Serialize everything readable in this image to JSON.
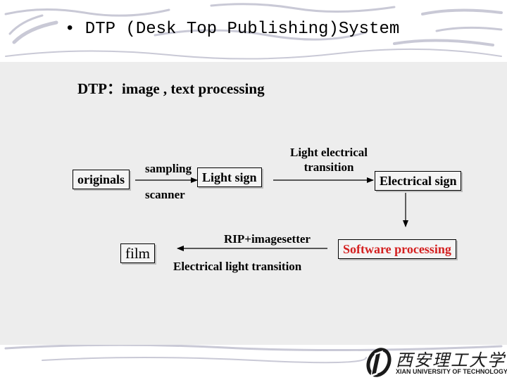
{
  "slide": {
    "title": "• DTP (Desk Top Publishing)System",
    "subtitle": "DTP：image , text processing"
  },
  "diagram": {
    "nodes": {
      "originals": "originals",
      "light_sign": "Light sign",
      "electrical_sign": "Electrical sign",
      "software_processing": "Software processing",
      "film": "film"
    },
    "labels": {
      "sampling": "sampling",
      "scanner": "scanner",
      "light_electrical_transition": "Light electrical transition",
      "rip_imagesetter": "RIP+imagesetter",
      "electrical_light_transition": "Electrical light transition"
    }
  },
  "logo": {
    "chinese_name": "西安理工大学",
    "english_name": "XIAN UNIVERSITY OF TECHNOLOGY"
  },
  "colors": {
    "background": "#ffffff",
    "content_panel": "#ededed",
    "highlight_text": "#d42020"
  }
}
